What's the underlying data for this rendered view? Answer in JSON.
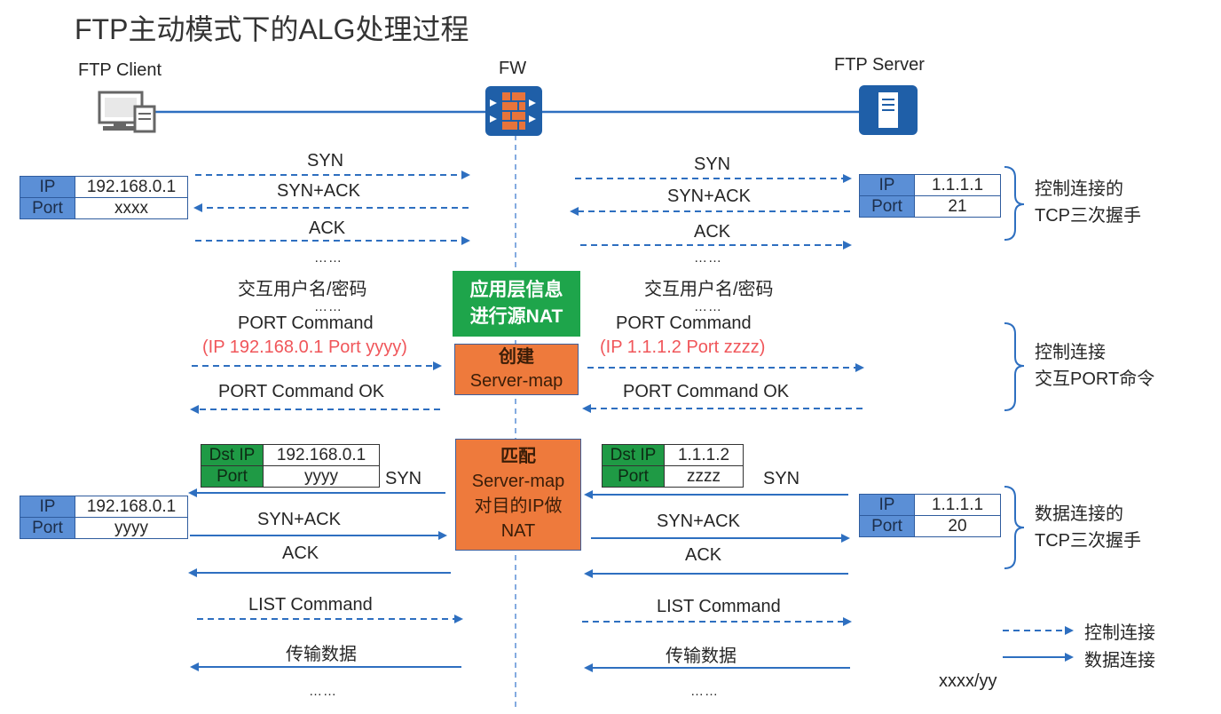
{
  "title": "FTP主动模式下的ALG处理过程",
  "nodes": {
    "client": "FTP Client",
    "fw": "FW",
    "server": "FTP Server"
  },
  "client_ctrl": {
    "k1": "IP",
    "v1": "192.168.0.1",
    "k2": "Port",
    "v2": "xxxx"
  },
  "server_ctrl": {
    "k1": "IP",
    "v1": "1.1.1.1",
    "k2": "Port",
    "v2": "21"
  },
  "client_data": {
    "k1": "IP",
    "v1": "192.168.0.1",
    "k2": "Port",
    "v2": "yyyy"
  },
  "server_data": {
    "k1": "IP",
    "v1": "1.1.1.1",
    "k2": "Port",
    "v2": "20"
  },
  "left_dst": {
    "k1": "Dst IP",
    "v1": "192.168.0.1",
    "k2": "Port",
    "v2": "yyyy"
  },
  "right_dst": {
    "k1": "Dst IP",
    "v1": "1.1.1.2",
    "k2": "Port",
    "v2": "zzzz"
  },
  "left_msgs": {
    "syn": "SYN",
    "synack": "SYN+ACK",
    "ack": "ACK",
    "dots1": "……",
    "login": "交互用户名/密码",
    "dots2": "……",
    "port_cmd": "PORT Command",
    "port_detail": "(IP 192.168.0.1 Port yyyy)",
    "port_ok": "PORT Command OK",
    "data_syn": "SYN",
    "data_synack": "SYN+ACK",
    "data_ack": "ACK",
    "list": "LIST Command",
    "transfer": "传输数据",
    "dots3": "……"
  },
  "right_msgs": {
    "syn": "SYN",
    "synack": "SYN+ACK",
    "ack": "ACK",
    "dots1": "……",
    "login": "交互用户名/密码",
    "dots2": "……",
    "port_cmd": "PORT Command",
    "port_detail": "(IP 1.1.1.2 Port zzzz)",
    "port_ok": "PORT Command OK",
    "data_syn": "SYN",
    "data_synack": "SYN+ACK",
    "data_ack": "ACK",
    "list": "LIST Command",
    "transfer": "传输数据",
    "dots3": "……"
  },
  "green_box": {
    "line1": "应用层信息",
    "line2": "进行源NAT"
  },
  "create_box": {
    "line1": "创建",
    "line2": "Server-map"
  },
  "match_box": {
    "line1": "匹配",
    "line2": "Server-map",
    "line3": "对目的IP做",
    "line4": "NAT"
  },
  "brackets": {
    "handshake_ctrl": [
      "控制连接的",
      "TCP三次握手"
    ],
    "port_exchange": [
      "控制连接",
      "交互PORT命令"
    ],
    "handshake_data": [
      "数据连接的",
      "TCP三次握手"
    ]
  },
  "legend": {
    "control": "控制连接",
    "data": "数据连接",
    "note": "xxxx/yy"
  },
  "colors": {
    "line": "#2e6fc0",
    "node": "#1f5fa8",
    "green": "#1ea54b",
    "orange": "#ee7a3c",
    "red": "#f0565a",
    "key": "#5b8fd6"
  }
}
